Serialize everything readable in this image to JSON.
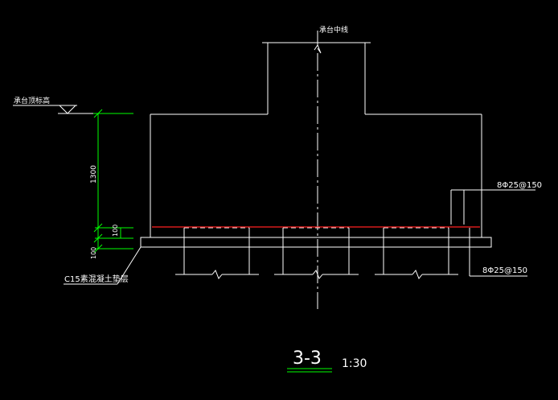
{
  "drawing": {
    "centerline_label": "承台中线",
    "top_elevation_label": "承台顶标高",
    "dim_height": "1300",
    "dim_cover": "100",
    "dim_cushion": "100",
    "rebar_top_label": "8Φ25@150",
    "rebar_bottom_label": "8Φ25@150",
    "cushion_label": "C15素混凝土垫层",
    "section_title": "3-3",
    "section_scale": "1:30"
  },
  "colors": {
    "background": "#000000",
    "outline": "#ffffff",
    "dimension": "#00ff00",
    "rebar": "#ff0000",
    "text": "#ffffff"
  }
}
